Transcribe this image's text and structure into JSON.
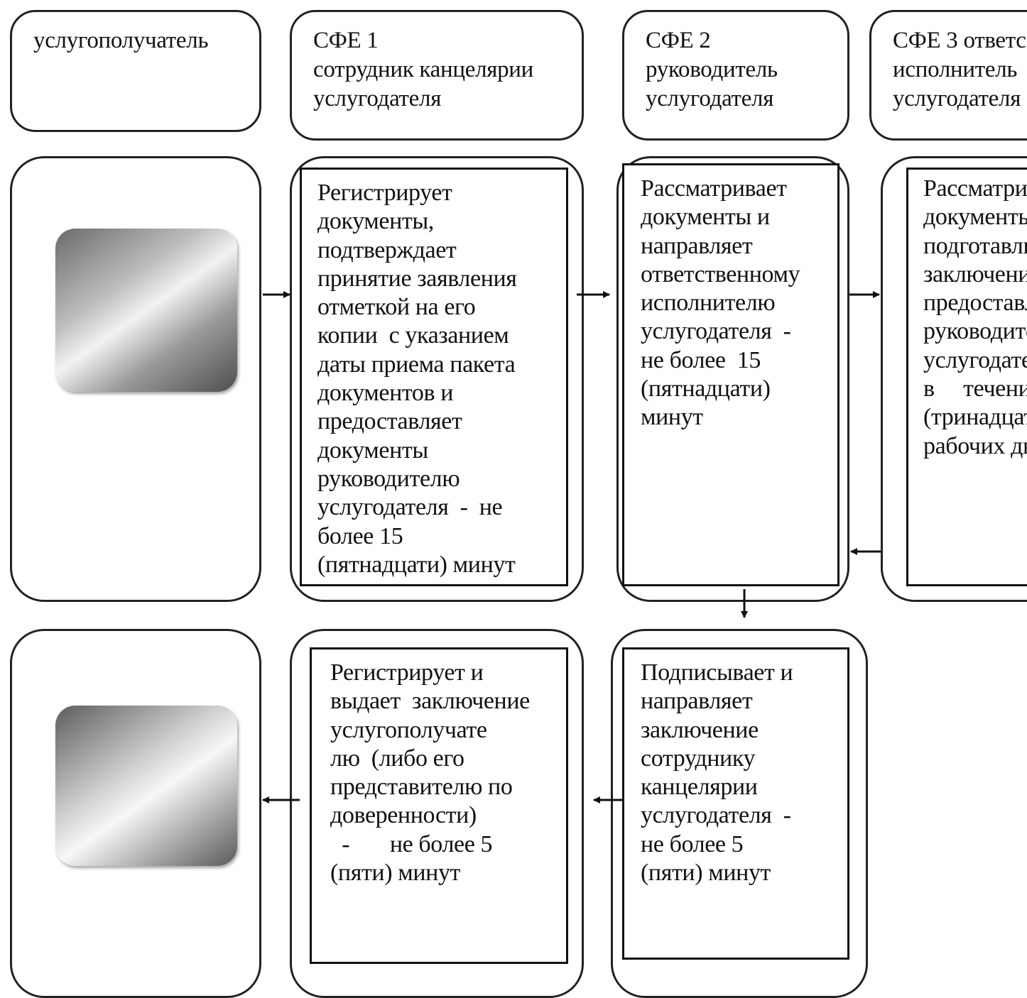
{
  "headers": {
    "col1": "услугополучатель",
    "col2": "СФЕ 1\nсотрудник канцелярии\nуслугодателя",
    "col3": "СФЕ 2\nруководитель\nуслугодателя",
    "col4": "СФЕ 3 ответс\nисполнитель\nуслугодателя"
  },
  "steps": {
    "sfe1_register": "Регистрирует\nдокументы,\nподтверждает\nпринятие заявления\nотметкой на его\nкопии  с указанием\nдаты приема пакета\nдокументов и\nпредоставляет\nдокументы\nруководителю\nуслугодателя  -  не\nболее 15\n(пятнадцати) минут",
    "sfe2_review": "Рассматривает\nдокументы и\nнаправляет\nответственному\nисполнителю\nуслугодателя  -\nне более  15\n(пятнадцати)\nминут",
    "sfe3_prepare": "Рассматрив\nдокументы\nподготавли\nзаключение\nпредоставл\nруководител\nуслугодател\nв     течени\n(тринадцат\nрабочих дн",
    "sfe1_issue": "Регистрирует и\nвыдает  заключение\nуслугополучате\nлю  (либо его\nпредставителю по\nдоверенности)\n  -       не более 5\n(пяти) минут",
    "sfe2_sign": "Подписывает и\nнаправляет\nзаключение\nсотруднику\nканцелярии\nуслугодателя  -\nне более 5\n(пяти) минут"
  }
}
